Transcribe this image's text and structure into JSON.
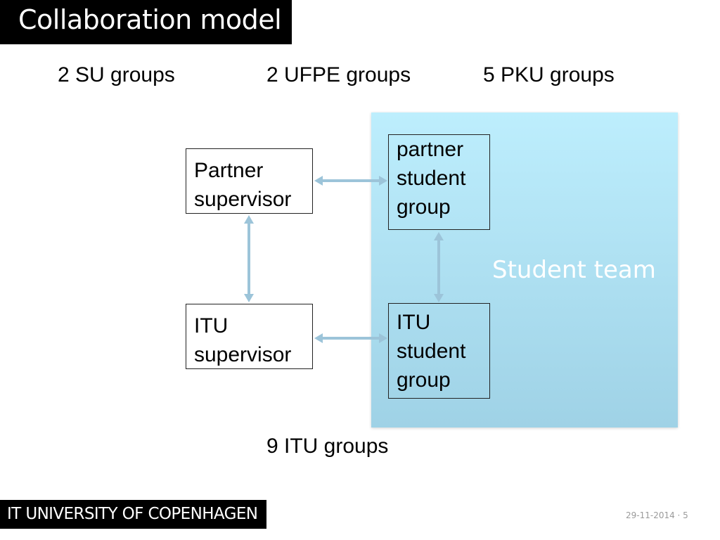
{
  "slide": {
    "title": "Collaboration model",
    "footer_institution": "IT UNIVERSITY OF COPENHAGEN",
    "footer_date_page": "29-11-2014 · 5"
  },
  "group_counts": {
    "su": "2 SU groups",
    "ufpe": "2 UFPE groups",
    "pku": "5 PKU groups",
    "itu": "9 ITU groups"
  },
  "diagram": {
    "team_label": "Student team",
    "partner_supervisor": [
      "Partner",
      "supervisor"
    ],
    "itu_supervisor": [
      "ITU",
      "supervisor"
    ],
    "partner_student_group": [
      "partner",
      "student",
      "group"
    ],
    "itu_student_group": [
      "ITU",
      "student",
      "group"
    ]
  },
  "colors": {
    "team_panel_top": "#bdeefd",
    "team_panel_bottom": "#9fd2e6",
    "arrow": "#9cc4d9",
    "title_bar": "#000000"
  }
}
